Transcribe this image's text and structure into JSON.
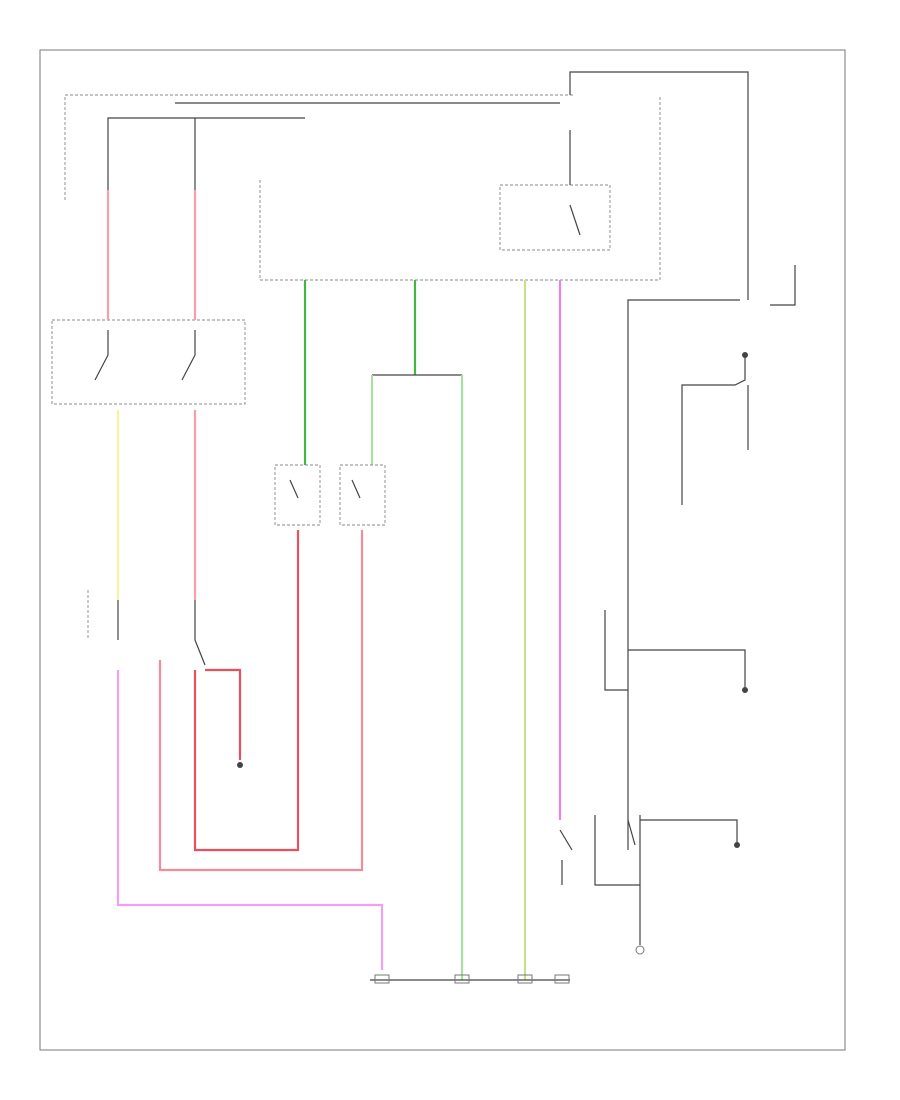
{
  "diagram": {
    "footer_code": "",
    "wire_colors": {
      "pink": "#f08c9c",
      "red": "#e8505e",
      "green": "#40b840",
      "light_green": "#a8e0a0",
      "yellow_green": "#c8e08c",
      "magenta": "#e884e8",
      "violet": "#f0a0f0",
      "yellow": "#f0f0a0",
      "black": "#444444"
    },
    "labels": [
      {
        "id": "pcm-note",
        "text": ""
      },
      {
        "id": "clutch-switch",
        "text": ""
      },
      {
        "id": "transmission-switch",
        "text": ""
      },
      {
        "id": "ignition-switch",
        "text": ""
      },
      {
        "id": "starter-relay",
        "text": ""
      },
      {
        "id": "starter-motor",
        "text": ""
      },
      {
        "id": "battery",
        "text": ""
      },
      {
        "id": "ground-1",
        "text": ""
      },
      {
        "id": "ground-2",
        "text": ""
      },
      {
        "id": "ground-3",
        "text": ""
      },
      {
        "id": "ground-4",
        "text": ""
      },
      {
        "id": "bottom-connector-1",
        "text": ""
      },
      {
        "id": "bottom-connector-2",
        "text": ""
      },
      {
        "id": "bottom-connector-3",
        "text": ""
      },
      {
        "id": "bottom-connector-4",
        "text": ""
      }
    ]
  }
}
